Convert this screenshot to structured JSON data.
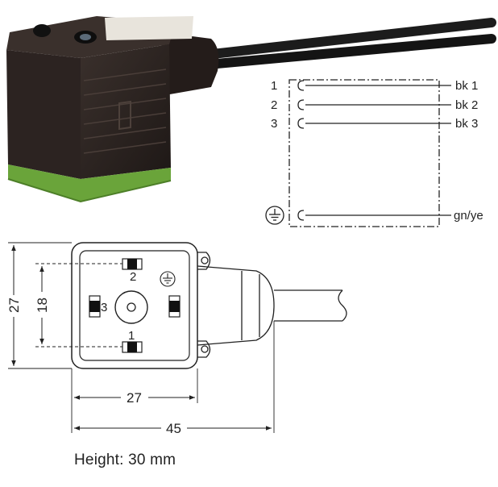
{
  "wiring": {
    "pins": [
      {
        "pin": "1",
        "wire": "bk 1"
      },
      {
        "pin": "2",
        "wire": "bk 2"
      },
      {
        "pin": "3",
        "wire": "bk 3"
      }
    ],
    "ground_wire": "gn/ye",
    "ground_symbol": "earth-ground-icon"
  },
  "drawing": {
    "face_pins": {
      "top": "2",
      "left": "3",
      "bottom": "1"
    },
    "dim_height": "27",
    "dim_pin_spacing": "18",
    "dim_face_width": "27",
    "dim_total_length": "45"
  },
  "caption": "Height: 30 mm",
  "colors": {
    "housing": "#2a2220",
    "seal": "#6aa43a",
    "cable": "#1c1c1c",
    "line": "#222222"
  }
}
